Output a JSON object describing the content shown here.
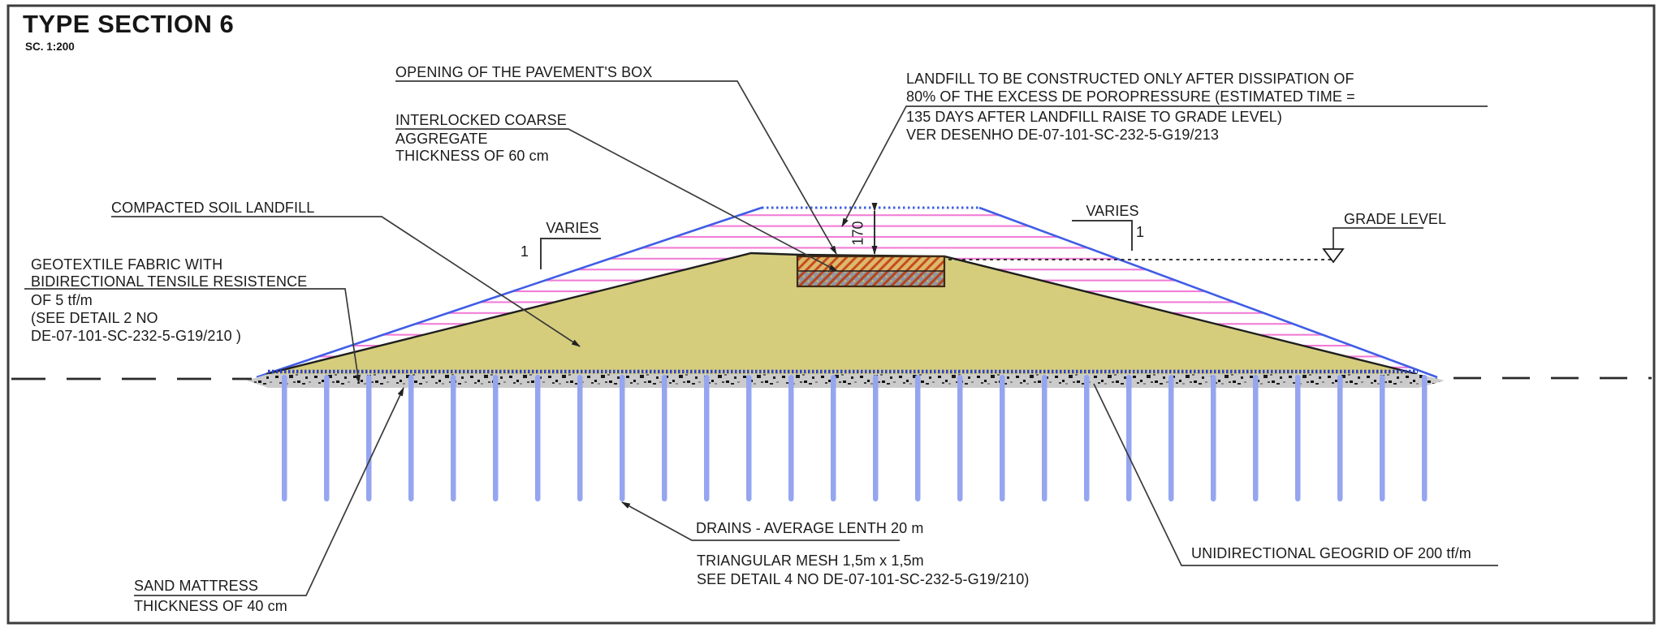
{
  "title": {
    "text": "TYPE SECTION 6",
    "scale": "SC. 1:200"
  },
  "labels": {
    "opening": "OPENING OF THE PAVEMENT'S BOX",
    "interlocked": [
      "INTERLOCKED COARSE",
      "AGGREGATE",
      "THICKNESS OF 60 cm"
    ],
    "landfill_note": [
      "LANDFILL TO BE CONSTRUCTED ONLY AFTER DISSIPATION OF",
      "80% OF THE EXCESS DE POROPRESSURE (ESTIMATED TIME =",
      "135 DAYS AFTER LANDFILL RAISE TO GRADE LEVEL)",
      "VER DESENHO DE-07-101-SC-232-5-G19/213"
    ],
    "compacted": "COMPACTED SOIL LANDFILL",
    "geotextile": [
      "GEOTEXTILE FABRIC WITH",
      "BIDIRECTIONAL TENSILE RESISTENCE",
      "OF 5 tf/m",
      "(SEE DETAIL 2 NO",
      "DE-07-101-SC-232-5-G19/210 )"
    ],
    "varies_left": "VARIES",
    "varies_right": "VARIES",
    "slope_one_left": "1",
    "slope_one_right": "1",
    "grade_level": "GRADE LEVEL",
    "dim_170": "170",
    "sand_mattress": [
      "SAND MATTRESS",
      "THICKNESS OF 40 cm"
    ],
    "drains": "DRAINS - AVERAGE LENTH 20 m",
    "mesh": [
      "TRIANGULAR MESH 1,5m x 1,5m",
      "SEE DETAIL 4 NO DE-07-101-SC-232-5-G19/210)"
    ],
    "geogrid": "UNIDIRECTIONAL GEOGRID OF 200 tf/m"
  },
  "colors": {
    "soil_fill": "#d5cd7c",
    "pink_hatch": "#f07cd6",
    "outline_blue": "#3f5de6",
    "geotextile_blue": "#2a3ed2",
    "drain_blue": "#95a5f0",
    "sand_gray": "#cbcbcb",
    "box_hatch": "#c74a1e",
    "line_black": "#2a2a2a"
  }
}
